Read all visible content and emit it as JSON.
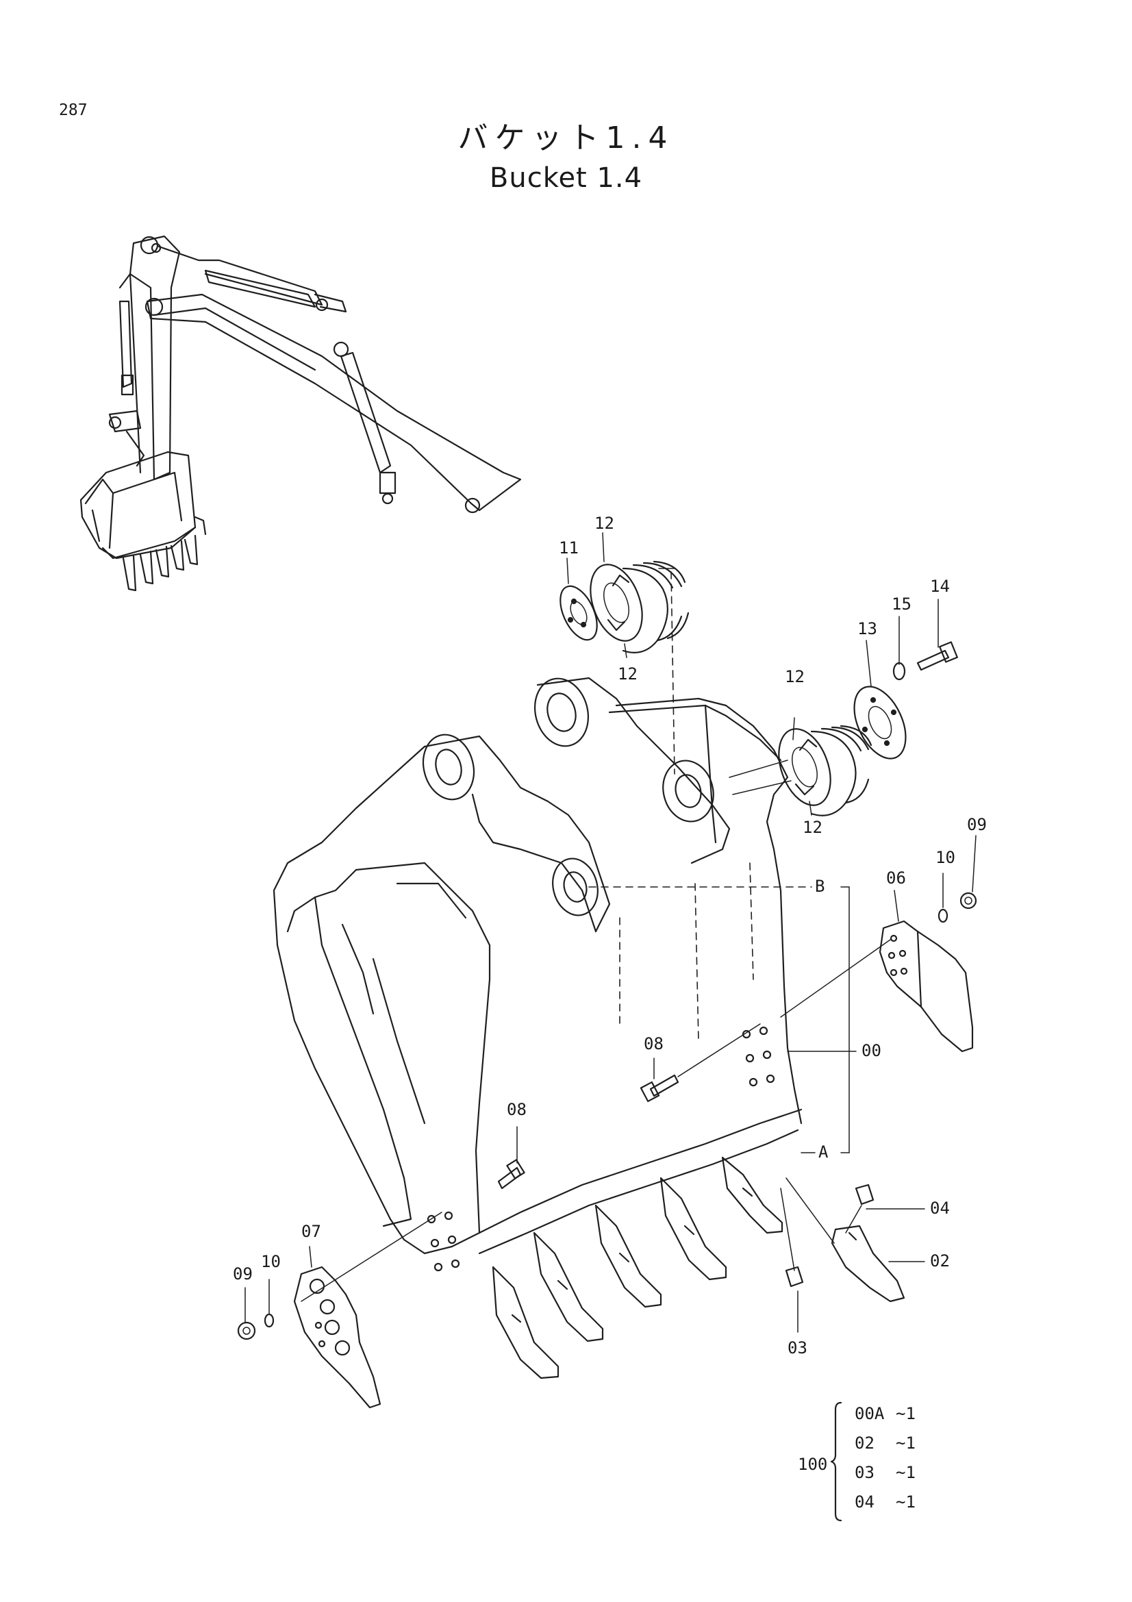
{
  "page_number": "287",
  "title_ja": "バケット1.4",
  "title_en": "Bucket 1.4",
  "callouts": {
    "c11": "11",
    "c12a": "12",
    "c12b": "12",
    "c12c": "12",
    "c12d": "12",
    "c13": "13",
    "c14": "14",
    "c15": "15",
    "c09a": "09",
    "c10a": "10",
    "c06": "06",
    "cB": "B",
    "c08a": "08",
    "c00": "00",
    "c08b": "08",
    "cA": "A",
    "c04": "04",
    "c02": "02",
    "c07": "07",
    "c09b": "09",
    "c10b": "10",
    "c03": "03"
  },
  "kit": {
    "number": "100",
    "items": [
      {
        "part": "00A",
        "qty": "~1"
      },
      {
        "part": "02",
        "qty": "~1"
      },
      {
        "part": "03",
        "qty": "~1"
      },
      {
        "part": "04",
        "qty": "~1"
      }
    ]
  }
}
